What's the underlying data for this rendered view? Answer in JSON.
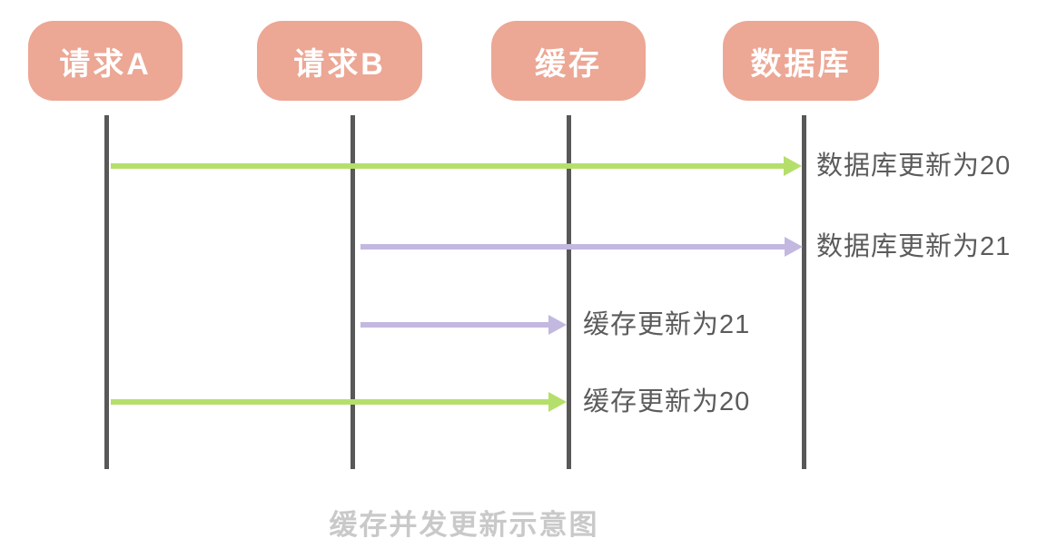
{
  "diagram": {
    "caption": "缓存并发更新示意图",
    "colors": {
      "participant_fill": "#ECA795",
      "participant_text": "#FFFFFF",
      "lifeline": "#585858",
      "green_arrow": "#B5DF6B",
      "purple_arrow": "#C3B8E0",
      "label_text": "#5B5B5B",
      "caption_text": "#C9C9C9"
    },
    "participants": [
      {
        "label": "请求A"
      },
      {
        "label": "请求B"
      },
      {
        "label": "缓存"
      },
      {
        "label": "数据库"
      }
    ],
    "messages": [
      {
        "from": "请求A",
        "to": "数据库",
        "label": "数据库更新为20",
        "color": "green",
        "order": 1
      },
      {
        "from": "请求B",
        "to": "数据库",
        "label": "数据库更新为21",
        "color": "purple",
        "order": 2
      },
      {
        "from": "请求B",
        "to": "缓存",
        "label": "缓存更新为21",
        "color": "purple",
        "order": 3
      },
      {
        "from": "请求A",
        "to": "缓存",
        "label": "缓存更新为20",
        "color": "green",
        "order": 4
      }
    ]
  }
}
